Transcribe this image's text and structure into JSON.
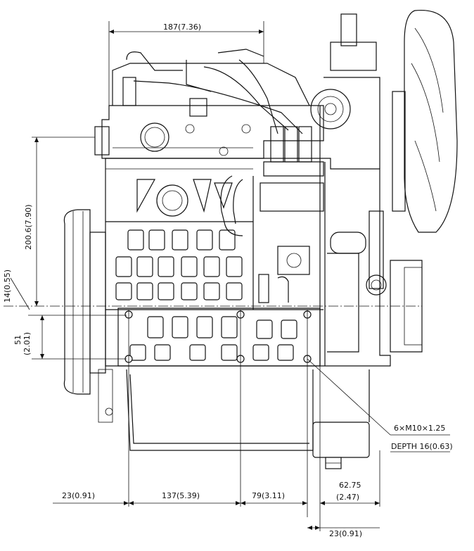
{
  "dimensions": {
    "top_width": "187(7.36)",
    "height_to_top": "200.6(7.90)",
    "offset_14": "14(0.55)",
    "offset_51_a": "51",
    "offset_51_b": "(2.01)",
    "bottom_23_left": "23(0.91)",
    "bottom_137": "137(5.39)",
    "bottom_79": "79(3.11)",
    "right_62_a": "62.75",
    "right_62_b": "(2.47)",
    "bottom_23_right": "23(0.91)"
  },
  "callout": {
    "thread": "6×M10×1.25",
    "depth": "DEPTH 16(0.63)"
  }
}
